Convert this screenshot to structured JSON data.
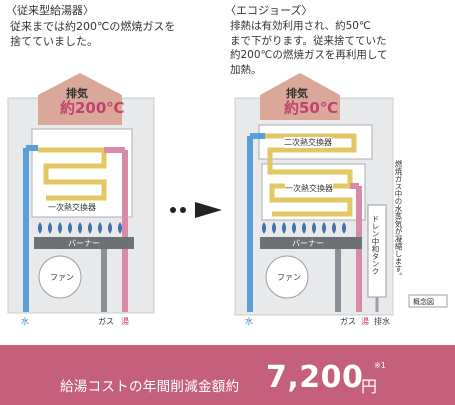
{
  "left": {
    "heading": "〈従来型給湯器〉",
    "description": "従来までは約200℃の燃焼ガスを\n捨てていました。",
    "exhaust_label": "排気",
    "exhaust_temp": "約200℃",
    "heat_exchanger": "一次熱交換器",
    "burner": "バーナー",
    "fan": "ファン",
    "water": "水",
    "gas": "ガス",
    "hot_water": "湯"
  },
  "right": {
    "heading": "〈エコジョーズ〉",
    "description": "排熱は有効利用され、約50℃\nまで下がります。従来捨てていた\n約200℃の燃焼ガスを再利用して\n加熱。",
    "exhaust_label": "排気",
    "exhaust_temp": "約50℃",
    "secondary_heat_exchanger": "二次熱交換器",
    "primary_heat_exchanger": "一次熱交換器",
    "burner": "バーナー",
    "fan": "ファン",
    "drain_tank": "ドレン中和タンク",
    "vapor_note": "燃焼ガス中の水蒸気が凝縮します。",
    "water": "水",
    "gas": "ガス",
    "hot_water": "湯",
    "drain": "排水",
    "figure_note": "概念図"
  },
  "footer": {
    "label": "給湯コストの年間削減金額約",
    "value": "7,200",
    "unit": "円",
    "note": "※1"
  },
  "colors": {
    "cold_water": "#5a9fd8",
    "hot_water": "#d88aa8",
    "heat_loop": "#e2c762",
    "exhaust": "#d9a899",
    "exhaust_temp": "#c3426a",
    "footer_bg": "#c4607c"
  }
}
